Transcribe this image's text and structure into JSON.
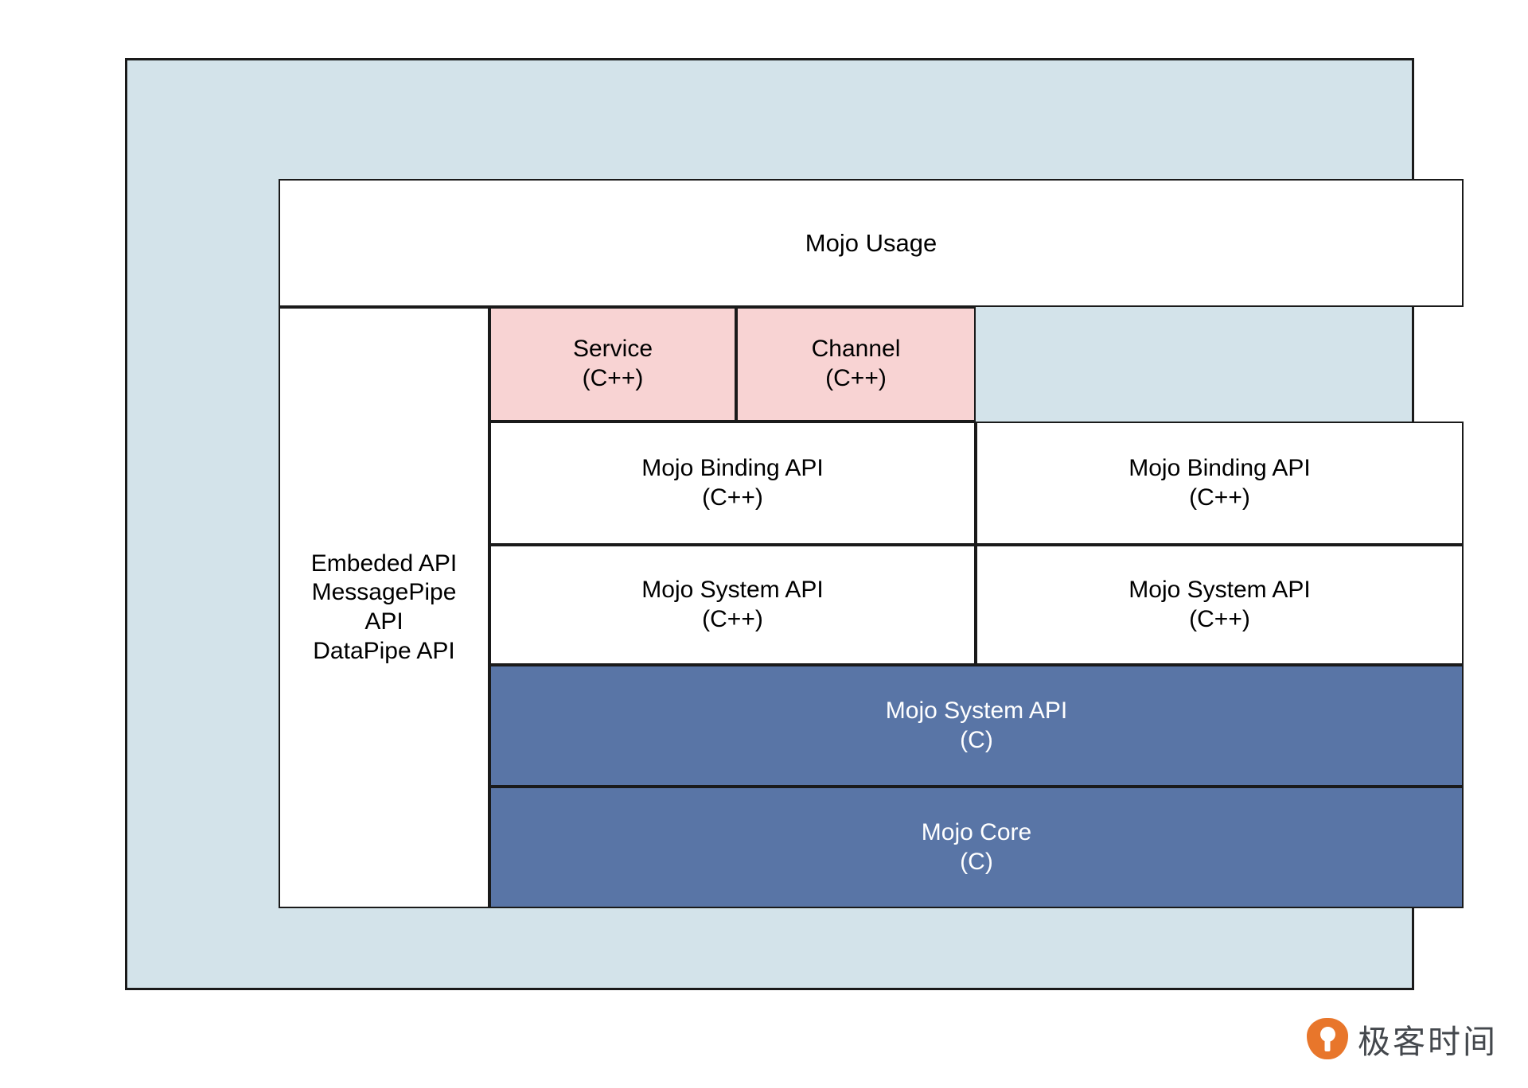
{
  "diagram": {
    "title": "Mojo architecture layer diagram",
    "colors": {
      "frame_background": "#d3e3ea",
      "white_box": "#ffffff",
      "pink_box": "#f8d3d3",
      "blue_box": "#5975a6",
      "border": "#1a1a1a",
      "blue_box_text": "#ffffff",
      "watermark_orange": "#e8762b",
      "watermark_text": "#44484d"
    },
    "boxes": {
      "usage": {
        "line1": "Mojo Usage"
      },
      "embedded": {
        "line1": "Embeded API",
        "line2": "MessagePipe",
        "line3": "API",
        "line4": "DataPipe API"
      },
      "service": {
        "line1": "Service",
        "line2": "(C++)"
      },
      "channel": {
        "line1": "Channel",
        "line2": "(C++)"
      },
      "binding_left": {
        "line1": "Mojo Binding API",
        "line2": "(C++)"
      },
      "binding_right": {
        "line1": "Mojo Binding API",
        "line2": "(C++)"
      },
      "system_left": {
        "line1": "Mojo System API",
        "line2": "(C++)"
      },
      "system_right": {
        "line1": "Mojo System API",
        "line2": "(C++)"
      },
      "system_c": {
        "line1": "Mojo System API",
        "line2": "(C)"
      },
      "core_c": {
        "line1": "Mojo Core",
        "line2": "(C)"
      }
    }
  },
  "watermark": {
    "text": "极客时间",
    "logo_icon": "geekbang-logo-icon"
  }
}
